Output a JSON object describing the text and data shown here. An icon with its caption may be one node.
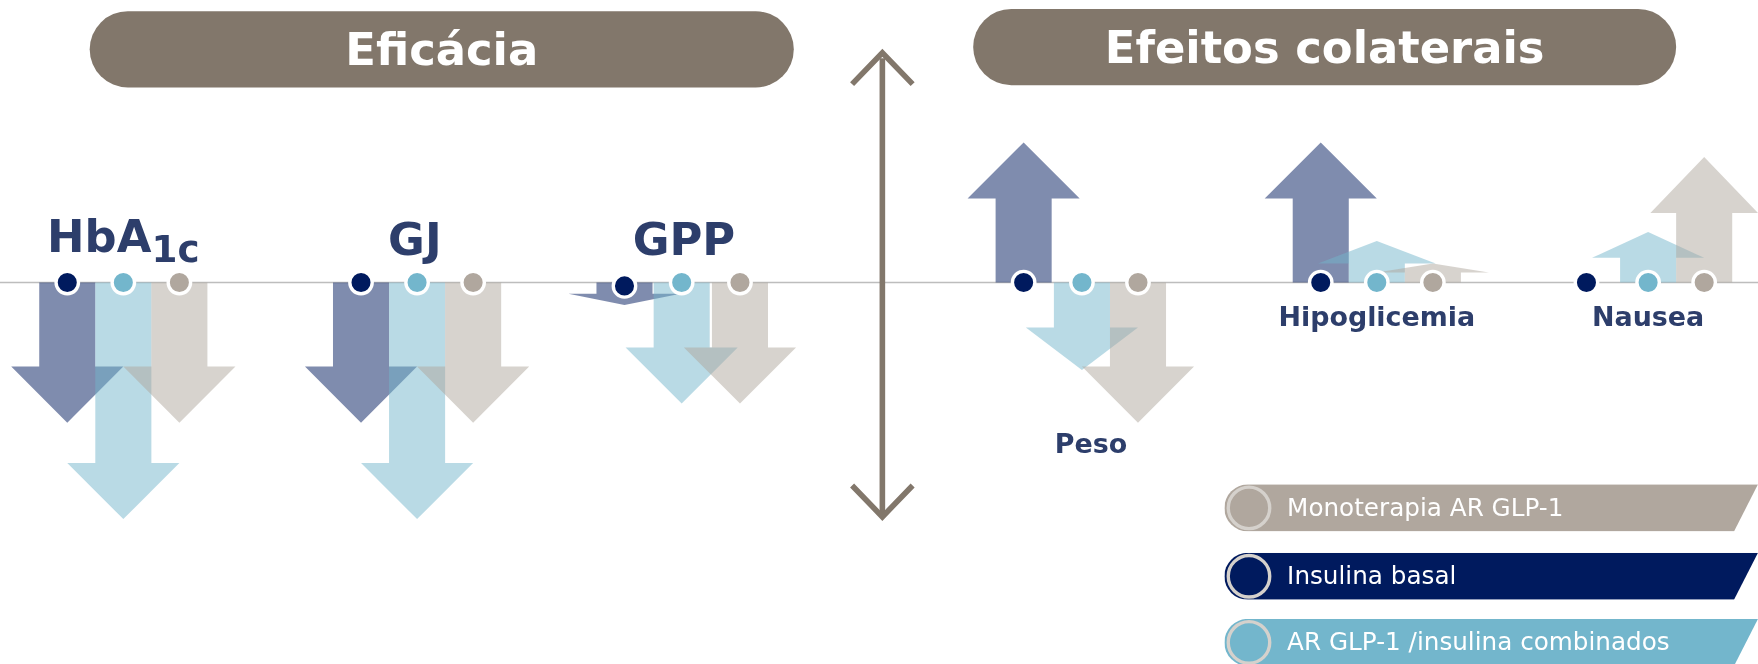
{
  "diagram": {
    "labels": [
      "Eficácia",
      "Efeitos colaterais",
      "HbA$_{1c}$",
      "GJ",
      "GPP",
      "Peso",
      "Hipoglicemia",
      "Nausea"
    ],
    "legend": [
      {
        "text": "Monoterapia AR GLP-1",
        "color": "#b0a79e"
      },
      {
        "text": "Insulina basal",
        "color": "#001a5e"
      },
      {
        "text": "AR GLP-1 /insulina combinados",
        "color": "#73b6cc"
      }
    ]
  }
}
